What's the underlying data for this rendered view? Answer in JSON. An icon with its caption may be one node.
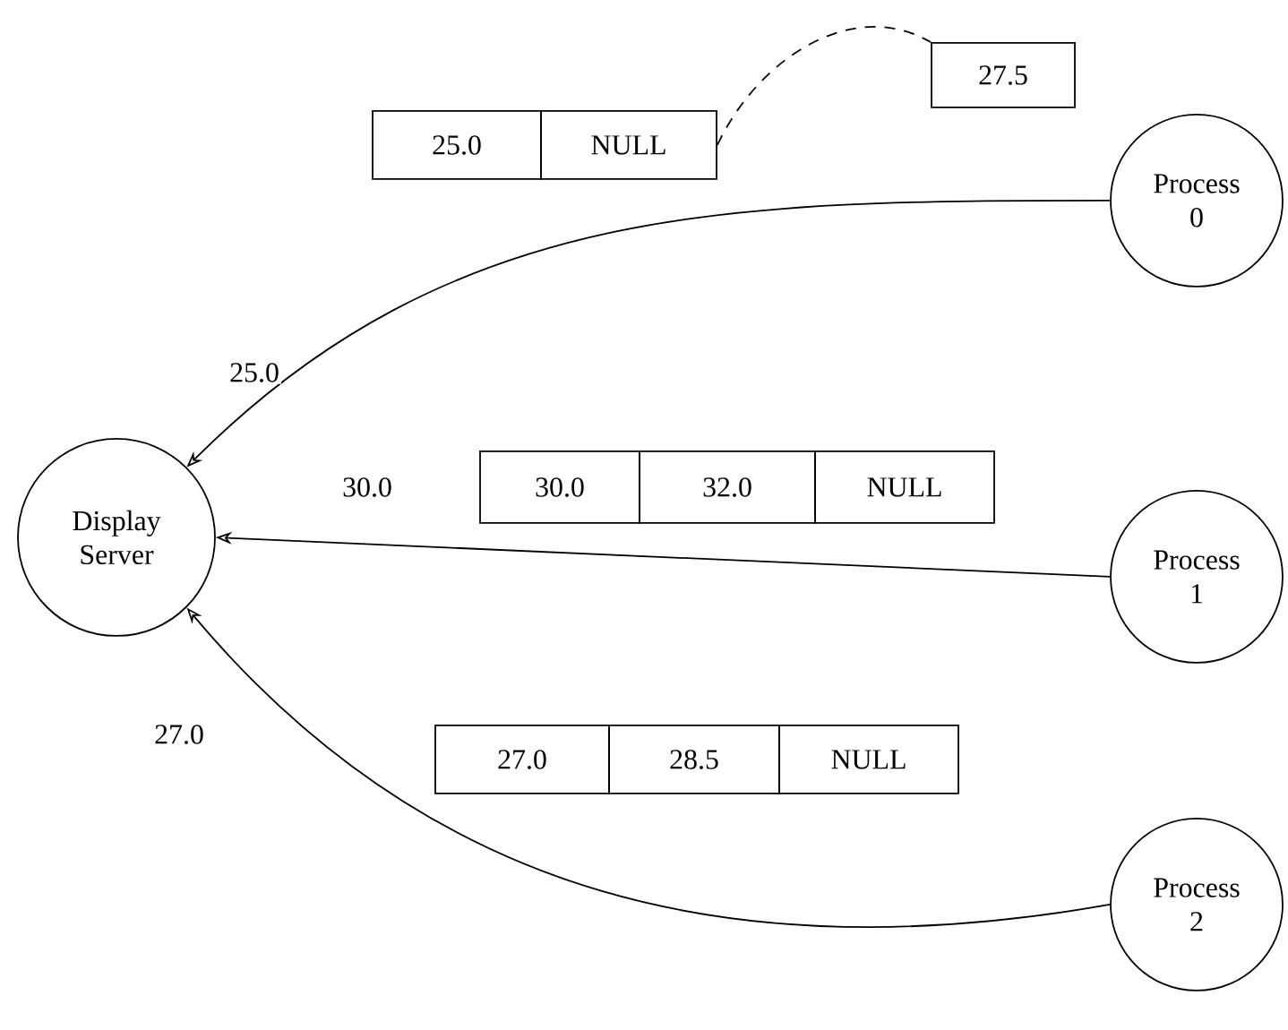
{
  "diagram": {
    "nodes": [
      {
        "text": [
          "Display Server"
        ]
      },
      {
        "text": [
          "Process 0"
        ]
      },
      {
        "text": [
          "Process 1"
        ]
      },
      {
        "text": [
          "Process 2"
        ]
      },
      {
        "text": [
          "25.0"
        ]
      },
      {
        "text": [
          "NULL"
        ]
      },
      {
        "text": [
          "27.5"
        ]
      },
      {
        "text": [
          "30.0"
        ]
      },
      {
        "text": [
          "32.0"
        ]
      },
      {
        "text": [
          "NULL"
        ]
      },
      {
        "text": [
          "27.0"
        ]
      },
      {
        "text": [
          "28.5"
        ]
      },
      {
        "text": [
          "NULL"
        ]
      }
    ],
    "edges": [
      {
        "from": 1,
        "to": 0,
        "arrow": "to",
        "label": "25.0"
      },
      {
        "from": 2,
        "to": 0,
        "arrow": "to",
        "label": "30.0"
      },
      {
        "from": 3,
        "to": 0,
        "arrow": "to",
        "label": "27.0"
      },
      {
        "from": 5,
        "to": 6,
        "arrow": "none",
        "style": "dashed"
      }
    ]
  }
}
